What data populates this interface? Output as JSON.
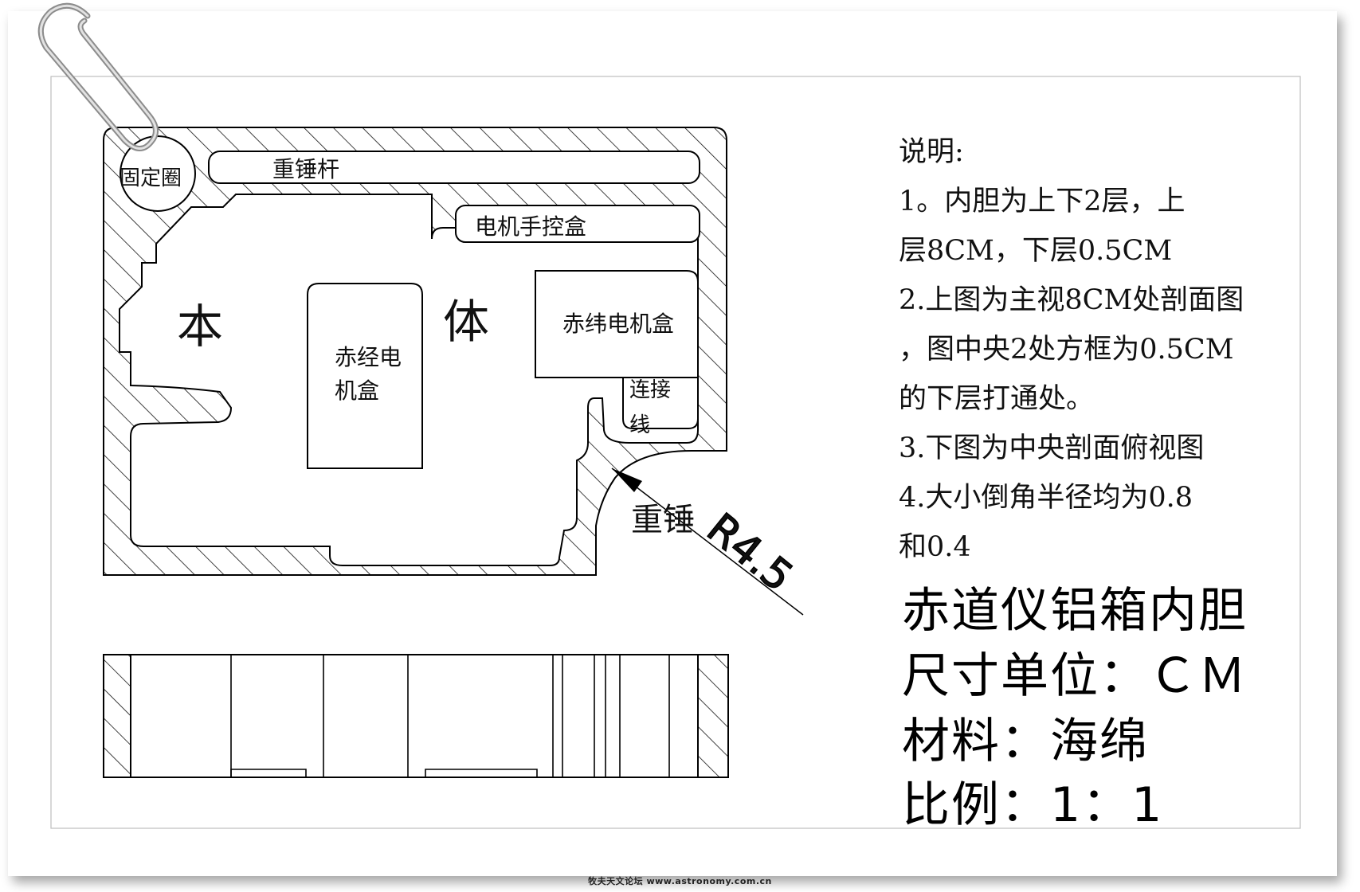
{
  "labels": {
    "fixing_ring": "固定圈",
    "weight_rod": "重锤杆",
    "motor_hand_box": "电机手控盒",
    "body_left": "本",
    "body_right": "体",
    "ra_motor_box_line1": "赤经电",
    "ra_motor_box_line2": "机盒",
    "dec_motor_box": "赤纬电机盒",
    "connect_line1": "连接",
    "connect_line2": "线",
    "weight": "重锤",
    "radius_dim": "R4.5"
  },
  "notes": {
    "heading": "说明:",
    "line1": "1。内胆为上下2层，上",
    "line2": "层8CM，下层0.5CM",
    "line3": "2.上图为主视8CM处剖面图",
    "line4": "，图中央2处方框为0.5CM",
    "line5": "的下层打通处。",
    "line6": "3.下图为中央剖面俯视图",
    "line7": "4.大小倒角半径均为0.8",
    "line8": "和0.4"
  },
  "title_block": {
    "title": "赤道仪铝箱内胆",
    "unit": "尺寸单位：ＣＭ",
    "material": "材料：海绵",
    "scale": "比例：1：1"
  },
  "footer": "牧夫天文论坛 www.astronomy.com.cn"
}
